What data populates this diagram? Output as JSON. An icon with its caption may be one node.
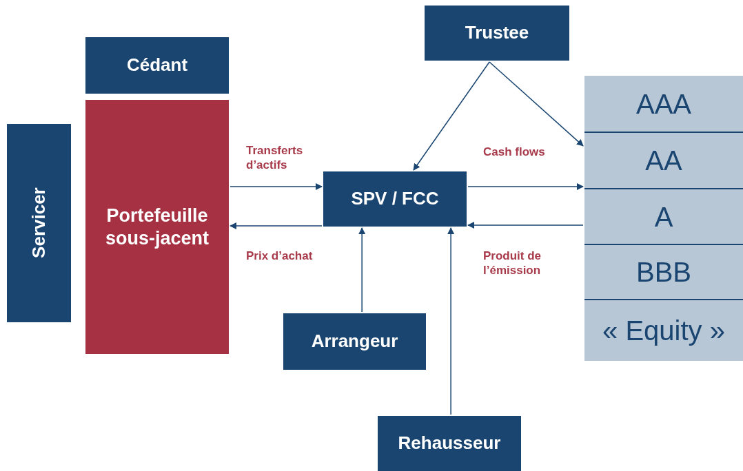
{
  "diagram": {
    "nodes": [
      {
        "text": [
          "Trustee"
        ]
      },
      {
        "text": [
          "Cédant"
        ]
      },
      {
        "text": [
          "Servicer"
        ]
      },
      {
        "text": [
          "Portefeuille sous-jacent"
        ]
      },
      {
        "text": [
          "SPV / FCC"
        ]
      },
      {
        "text": [],
        "shape": "box"
      },
      {
        "text": [
          "AAA"
        ],
        "in": 5
      },
      {
        "text": [
          "AA"
        ],
        "in": 5
      },
      {
        "text": [
          "A"
        ],
        "in": 5
      },
      {
        "text": [
          "BBB"
        ],
        "in": 5
      },
      {
        "text": [
          "« Equity »"
        ],
        "in": 5
      },
      {
        "text": [
          "Arrangeur"
        ]
      },
      {
        "text": [
          "Rehausseur"
        ]
      }
    ],
    "edges": [
      {
        "from": 0,
        "to": 4,
        "arrow": "to"
      },
      {
        "from": 0,
        "to": 5,
        "arrow": "to"
      },
      {
        "from": 3,
        "to": 4,
        "arrow": "to",
        "label": "Transferts d’actifs"
      },
      {
        "from": 4,
        "to": 3,
        "arrow": "to",
        "label": "Prix d’achat"
      },
      {
        "from": 4,
        "to": 5,
        "arrow": "to",
        "label": "Cash flows"
      },
      {
        "from": 5,
        "to": 4,
        "arrow": "to",
        "label": "Produit de l’émission"
      },
      {
        "from": 11,
        "to": 4,
        "arrow": "to"
      },
      {
        "from": 12,
        "to": 4,
        "arrow": "to"
      }
    ]
  }
}
